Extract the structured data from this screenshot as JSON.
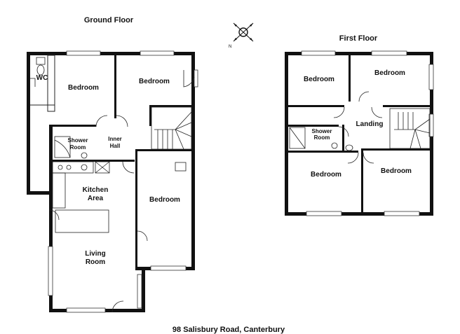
{
  "titles": {
    "ground_floor": "Ground Floor",
    "first_floor": "First Floor"
  },
  "address": "98 Salisbury Road, Canterbury",
  "compass": {
    "north_label": "N"
  },
  "ground_floor_rooms": {
    "wc": "WC",
    "bedroom_1": "Bedroom",
    "bedroom_2": "Bedroom",
    "shower_room": [
      "Shower",
      "Room"
    ],
    "inner_hall": [
      "Inner",
      "Hall"
    ],
    "kitchen_area": [
      "Kitchen",
      "Area"
    ],
    "bedroom_3": "Bedroom",
    "living_room": [
      "Living",
      "Room"
    ]
  },
  "first_floor_rooms": {
    "bedroom_1": "Bedroom",
    "bedroom_2": "Bedroom",
    "landing": "Landing",
    "shower_room": [
      "Shower",
      "Room"
    ],
    "bedroom_3": "Bedroom",
    "bedroom_4": "Bedroom"
  }
}
